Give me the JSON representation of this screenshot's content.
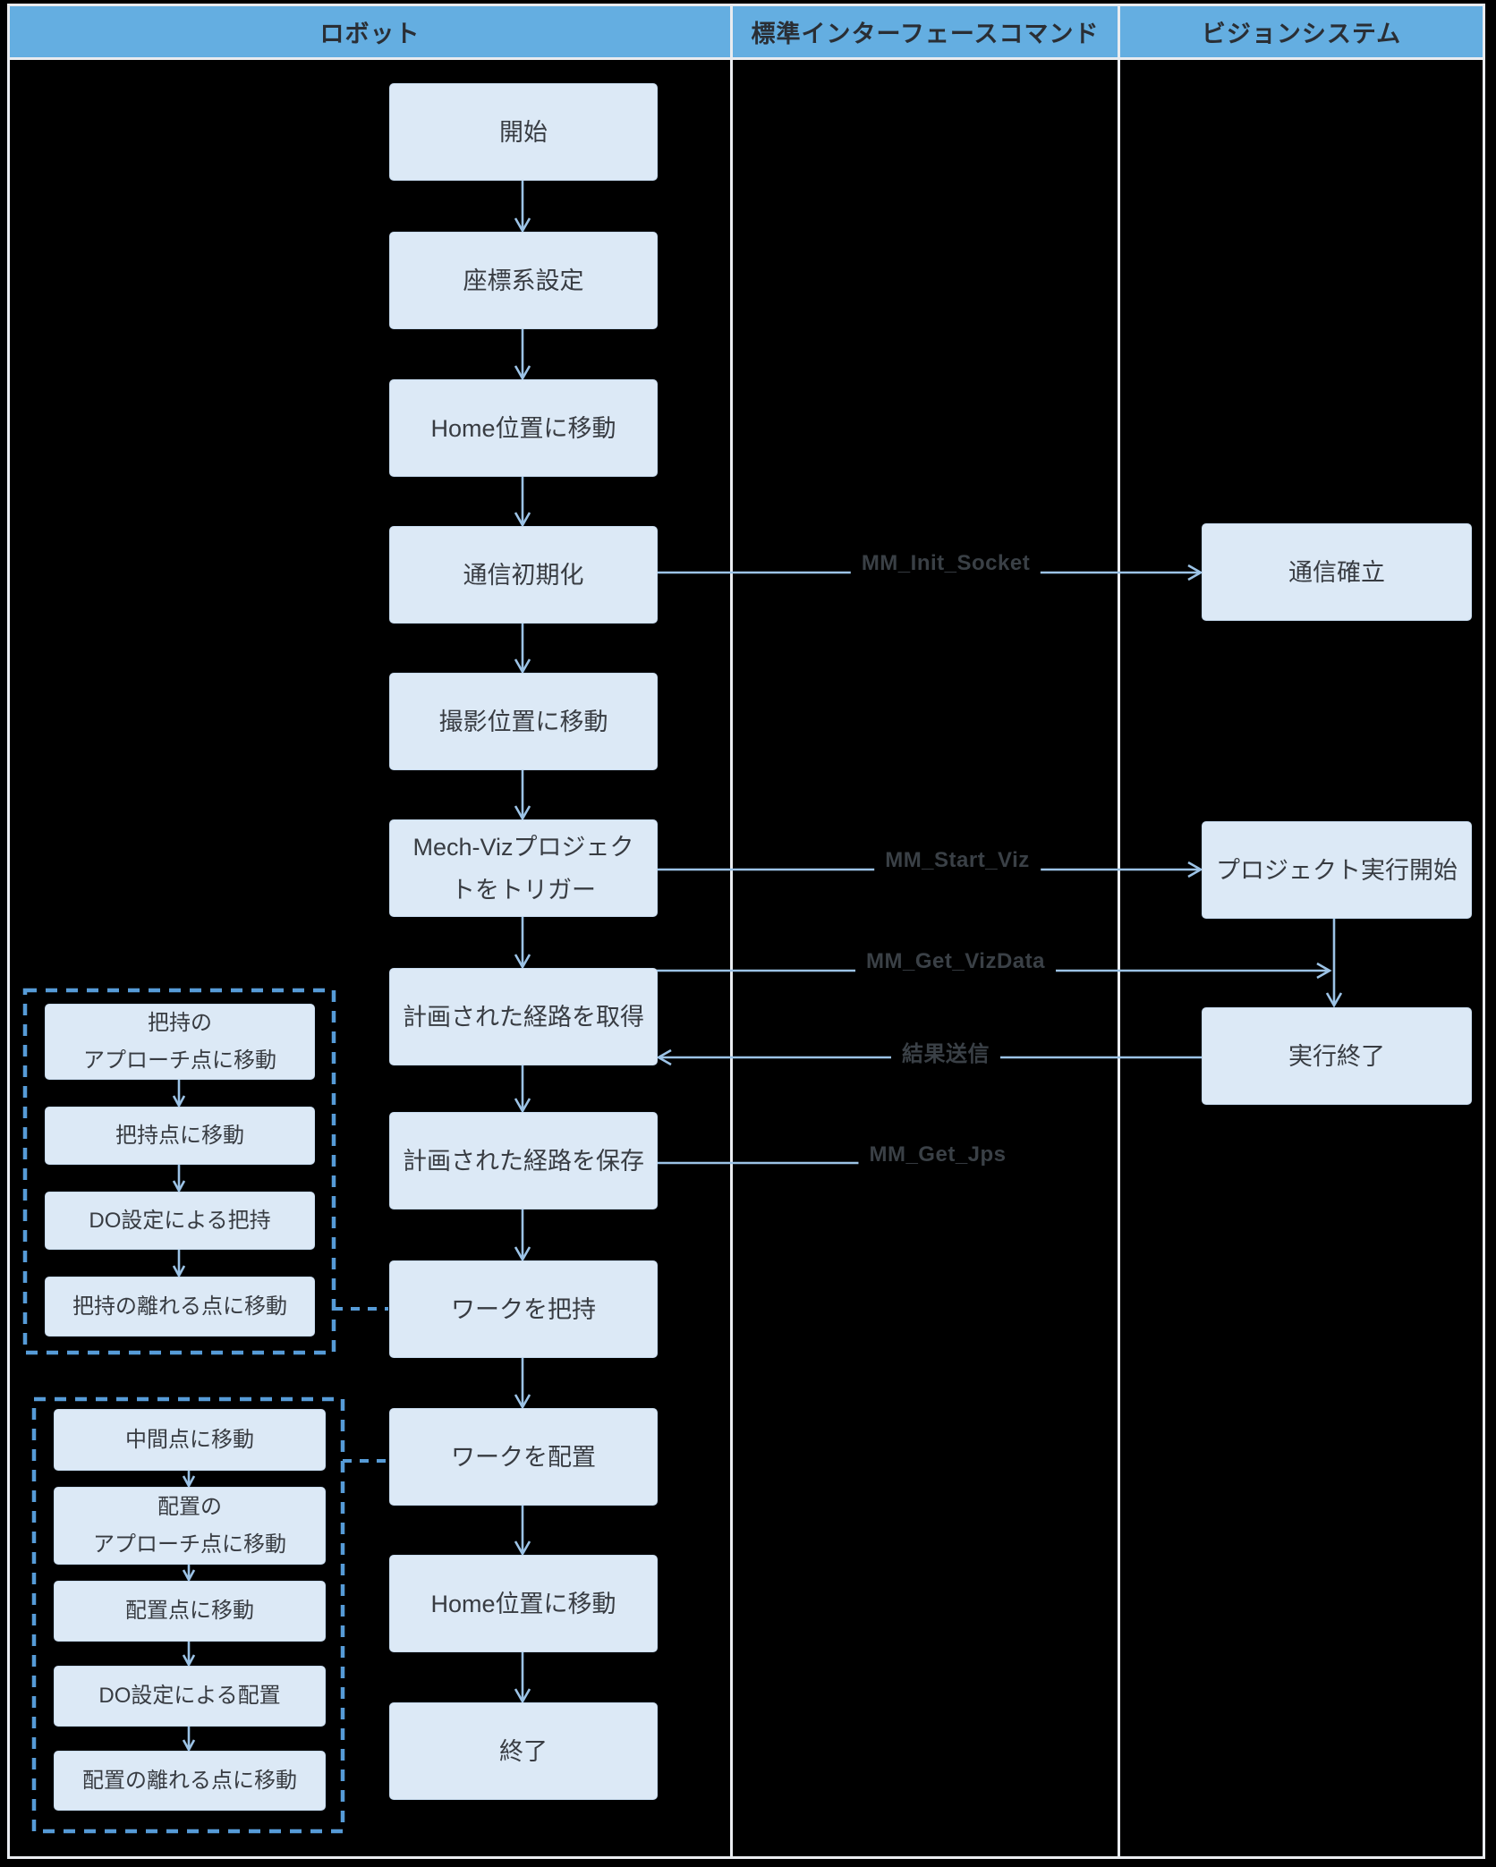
{
  "header": {
    "columns": [
      {
        "label": "ロボット"
      },
      {
        "label": "標準インターフェースコマンド"
      },
      {
        "label": "ビジョンシステム"
      }
    ]
  },
  "robot_flow": [
    {
      "label": "開始"
    },
    {
      "label": "座標系設定"
    },
    {
      "label": "Home位置に移動"
    },
    {
      "label": "通信初期化"
    },
    {
      "label": "撮影位置に移動"
    },
    {
      "label": "Mech-Vizプロジェク\nトをトリガー"
    },
    {
      "label": "計画された経路を取得"
    },
    {
      "label": "計画された経路を保存"
    },
    {
      "label": "ワークを把持"
    },
    {
      "label": "ワークを配置"
    },
    {
      "label": "Home位置に移動"
    },
    {
      "label": "終了"
    }
  ],
  "vision_flow": [
    {
      "label": "通信確立"
    },
    {
      "label": "プロジェクト実行開始"
    },
    {
      "label": "実行終了"
    }
  ],
  "commands": [
    {
      "label": "MM_Init_Socket"
    },
    {
      "label": "MM_Start_Viz"
    },
    {
      "label": "MM_Get_VizData"
    },
    {
      "label": "結果送信"
    },
    {
      "label": "MM_Get_Jps"
    }
  ],
  "grip_subflow": {
    "steps": [
      {
        "label": "把持の\nアプローチ点に移動"
      },
      {
        "label": "把持点に移動"
      },
      {
        "label": "DO設定による把持"
      },
      {
        "label": "把持の離れる点に移動"
      }
    ]
  },
  "place_subflow": {
    "steps": [
      {
        "label": "中間点に移動"
      },
      {
        "label": "配置の\nアプローチ点に移動"
      },
      {
        "label": "配置点に移動"
      },
      {
        "label": "DO設定による配置"
      },
      {
        "label": "配置の離れる点に移動"
      }
    ]
  },
  "colors": {
    "background": "#000000",
    "header_fill": "#64AEE1",
    "header_text": "#2A2E34",
    "node_fill": "#DCE9F6",
    "node_border": "#C7DBEF",
    "node_text": "#383C42",
    "solid_line": "#9CC3E6",
    "dashed_line": "#569BD7",
    "grid_line": "#E9ECF0",
    "command_text": "#3A4046"
  }
}
